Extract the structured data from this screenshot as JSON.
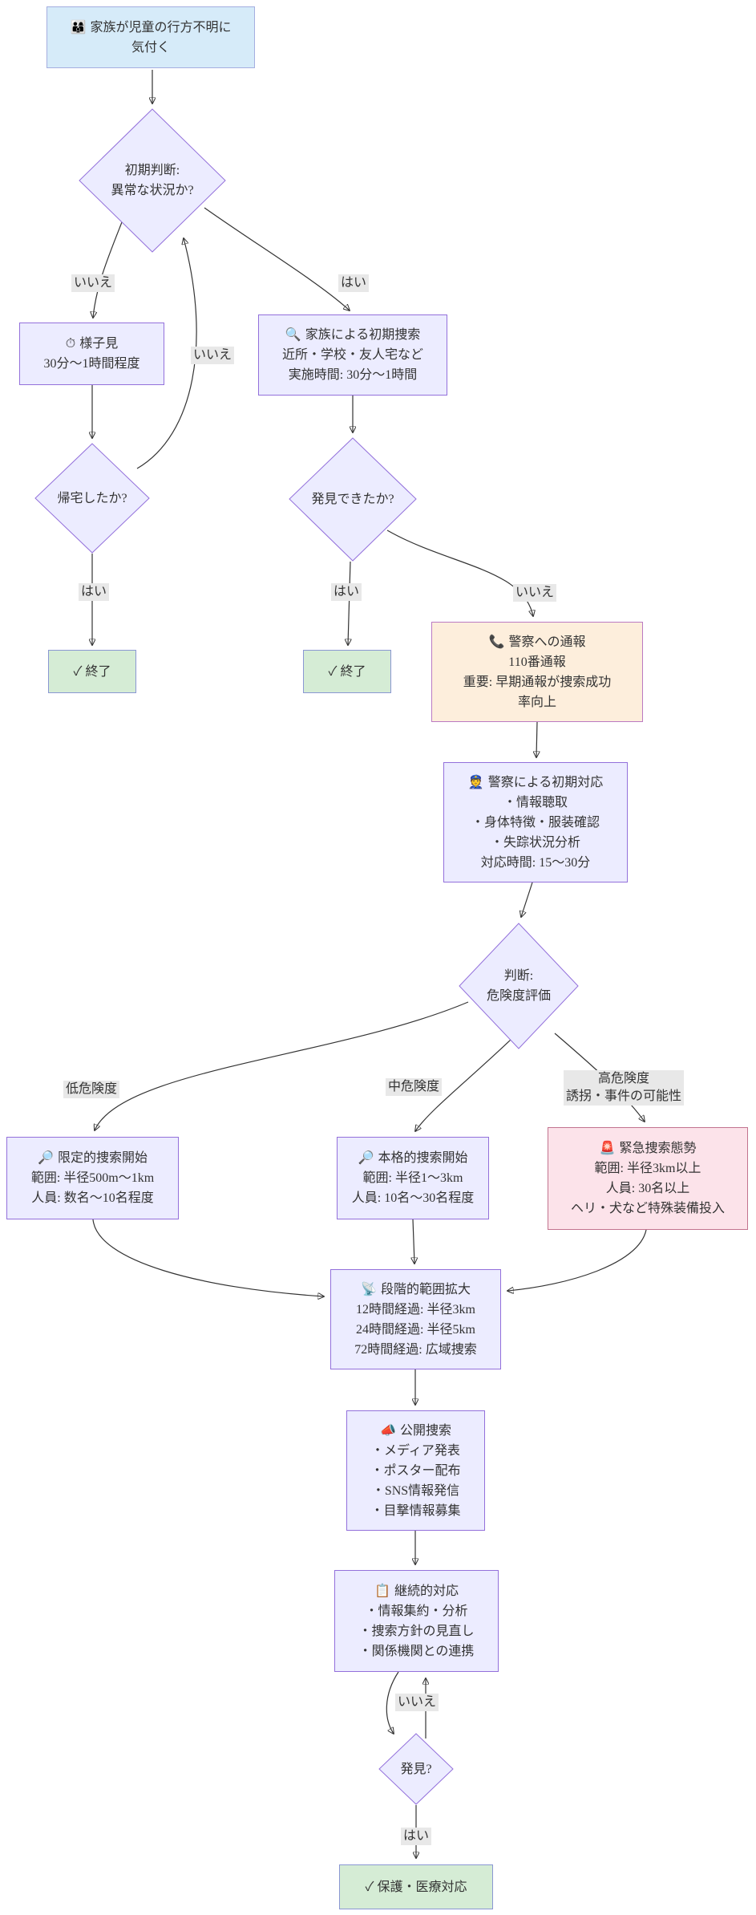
{
  "diagram_type": "flowchart",
  "colors": {
    "node_fill": "#ECECFF",
    "node_border": "#9370DB",
    "start_fill": "#d6ebf9",
    "alert_fill": "#fdeedc",
    "emergency_fill": "#fce3ea",
    "end_fill": "#d5ecd5",
    "edge_color": "#333333",
    "edge_label_bg": "#e8e8e8"
  },
  "labels": {
    "yes": "はい",
    "no": "いいえ",
    "low_risk": "低危険度",
    "mid_risk": "中危険度",
    "high_risk": "高危険度\n誘拐・事件の可能性"
  },
  "nodes": {
    "family_notice": {
      "icon": "👨‍👩‍👦",
      "text": "家族が児童の行方不明に\n気付く"
    },
    "initial_judgment": {
      "icon": "",
      "text": "初期判断:\n異常な状況か?"
    },
    "wait_and_see": {
      "icon": "⏱",
      "text": "様子見\n30分～1時間程度"
    },
    "family_search": {
      "icon": "🔍",
      "text": "家族による初期捜索\n近所・学校・友人宅など\n実施時間: 30分～1時間"
    },
    "returned_home": {
      "icon": "",
      "text": "帰宅したか?"
    },
    "found_initial": {
      "icon": "",
      "text": "発見できたか?"
    },
    "end_1": {
      "icon": "",
      "text": "✓ 終了"
    },
    "end_2": {
      "icon": "",
      "text": "✓ 終了"
    },
    "police_report": {
      "icon": "📞",
      "text": "警察への通報\n110番通報\n重要: 早期通報が捜索成功\n率向上"
    },
    "police_initial": {
      "icon": "👮",
      "text": "警察による初期対応\n・情報聴取\n・身体特徴・服装確認\n・失踪状況分析\n対応時間: 15～30分"
    },
    "risk_assessment": {
      "icon": "",
      "text": "判断:\n危険度評価"
    },
    "limited_search": {
      "icon": "🔎",
      "text": "限定的捜索開始\n範囲: 半径500m～1km\n人員: 数名～10名程度"
    },
    "full_search": {
      "icon": "🔎",
      "text": "本格的捜索開始\n範囲: 半径1～3km\n人員: 10名～30名程度"
    },
    "emergency_search": {
      "icon": "🚨",
      "text": "緊急捜索態勢\n範囲: 半径3km以上\n人員: 30名以上\nヘリ・犬など特殊装備投入"
    },
    "staged_expansion": {
      "icon": "📡",
      "text": "段階的範囲拡大\n12時間経過: 半径3km\n24時間経過: 半径5km\n72時間経過: 広域捜索"
    },
    "public_search": {
      "icon": "📣",
      "text": "公開捜索\n・メディア発表\n・ポスター配布\n・SNS情報発信\n・目撃情報募集"
    },
    "continuous_response": {
      "icon": "📋",
      "text": "継続的対応\n・情報集約・分析\n・捜索方針の見直し\n・関係機関との連携"
    },
    "found_final": {
      "icon": "",
      "text": "発見?"
    },
    "protection": {
      "icon": "",
      "text": "✓ 保護・医療対応"
    }
  }
}
